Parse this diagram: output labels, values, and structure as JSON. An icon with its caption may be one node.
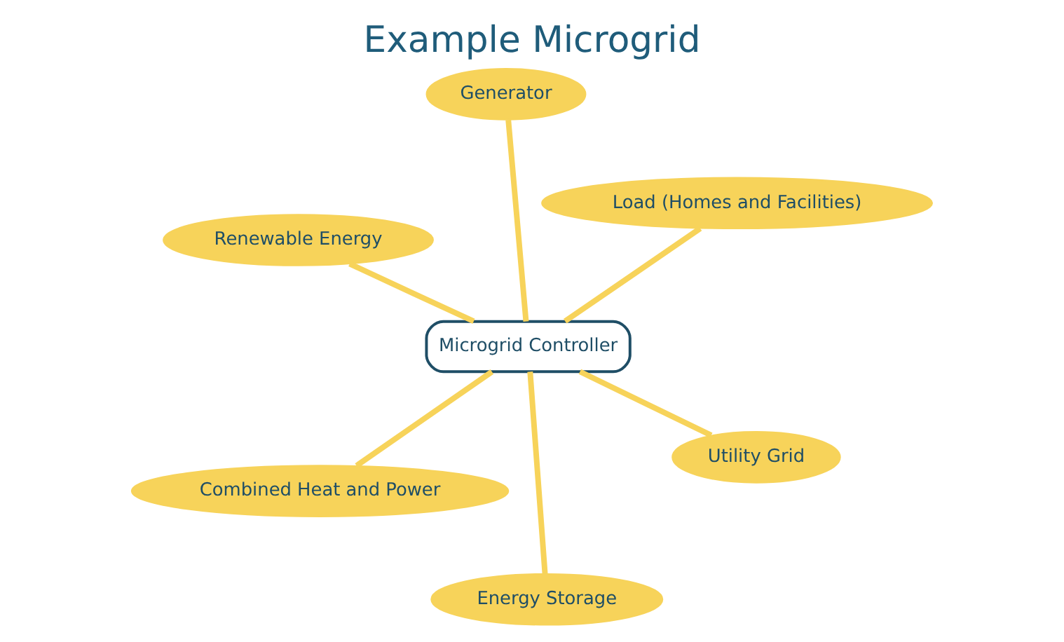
{
  "diagram": {
    "title": "Example Microgrid",
    "nodes": [
      {
        "text": [
          "Microgrid Controller"
        ]
      },
      {
        "text": [
          "Combined Heat and Power"
        ]
      },
      {
        "text": [
          "Utility Grid"
        ]
      },
      {
        "text": [
          "Renewable Energy"
        ]
      },
      {
        "text": [
          "Generator"
        ]
      },
      {
        "text": [
          "Energy Storage"
        ]
      },
      {
        "text": [
          "Load (Homes and Facilities)"
        ]
      }
    ],
    "edges": [
      {
        "from": 0,
        "to": 1,
        "arrow": "none"
      },
      {
        "from": 0,
        "to": 2,
        "arrow": "none"
      },
      {
        "from": 0,
        "to": 3,
        "arrow": "none"
      },
      {
        "from": 0,
        "to": 4,
        "arrow": "none"
      },
      {
        "from": 0,
        "to": 5,
        "arrow": "none"
      },
      {
        "from": 0,
        "to": 6,
        "arrow": "none"
      }
    ]
  }
}
